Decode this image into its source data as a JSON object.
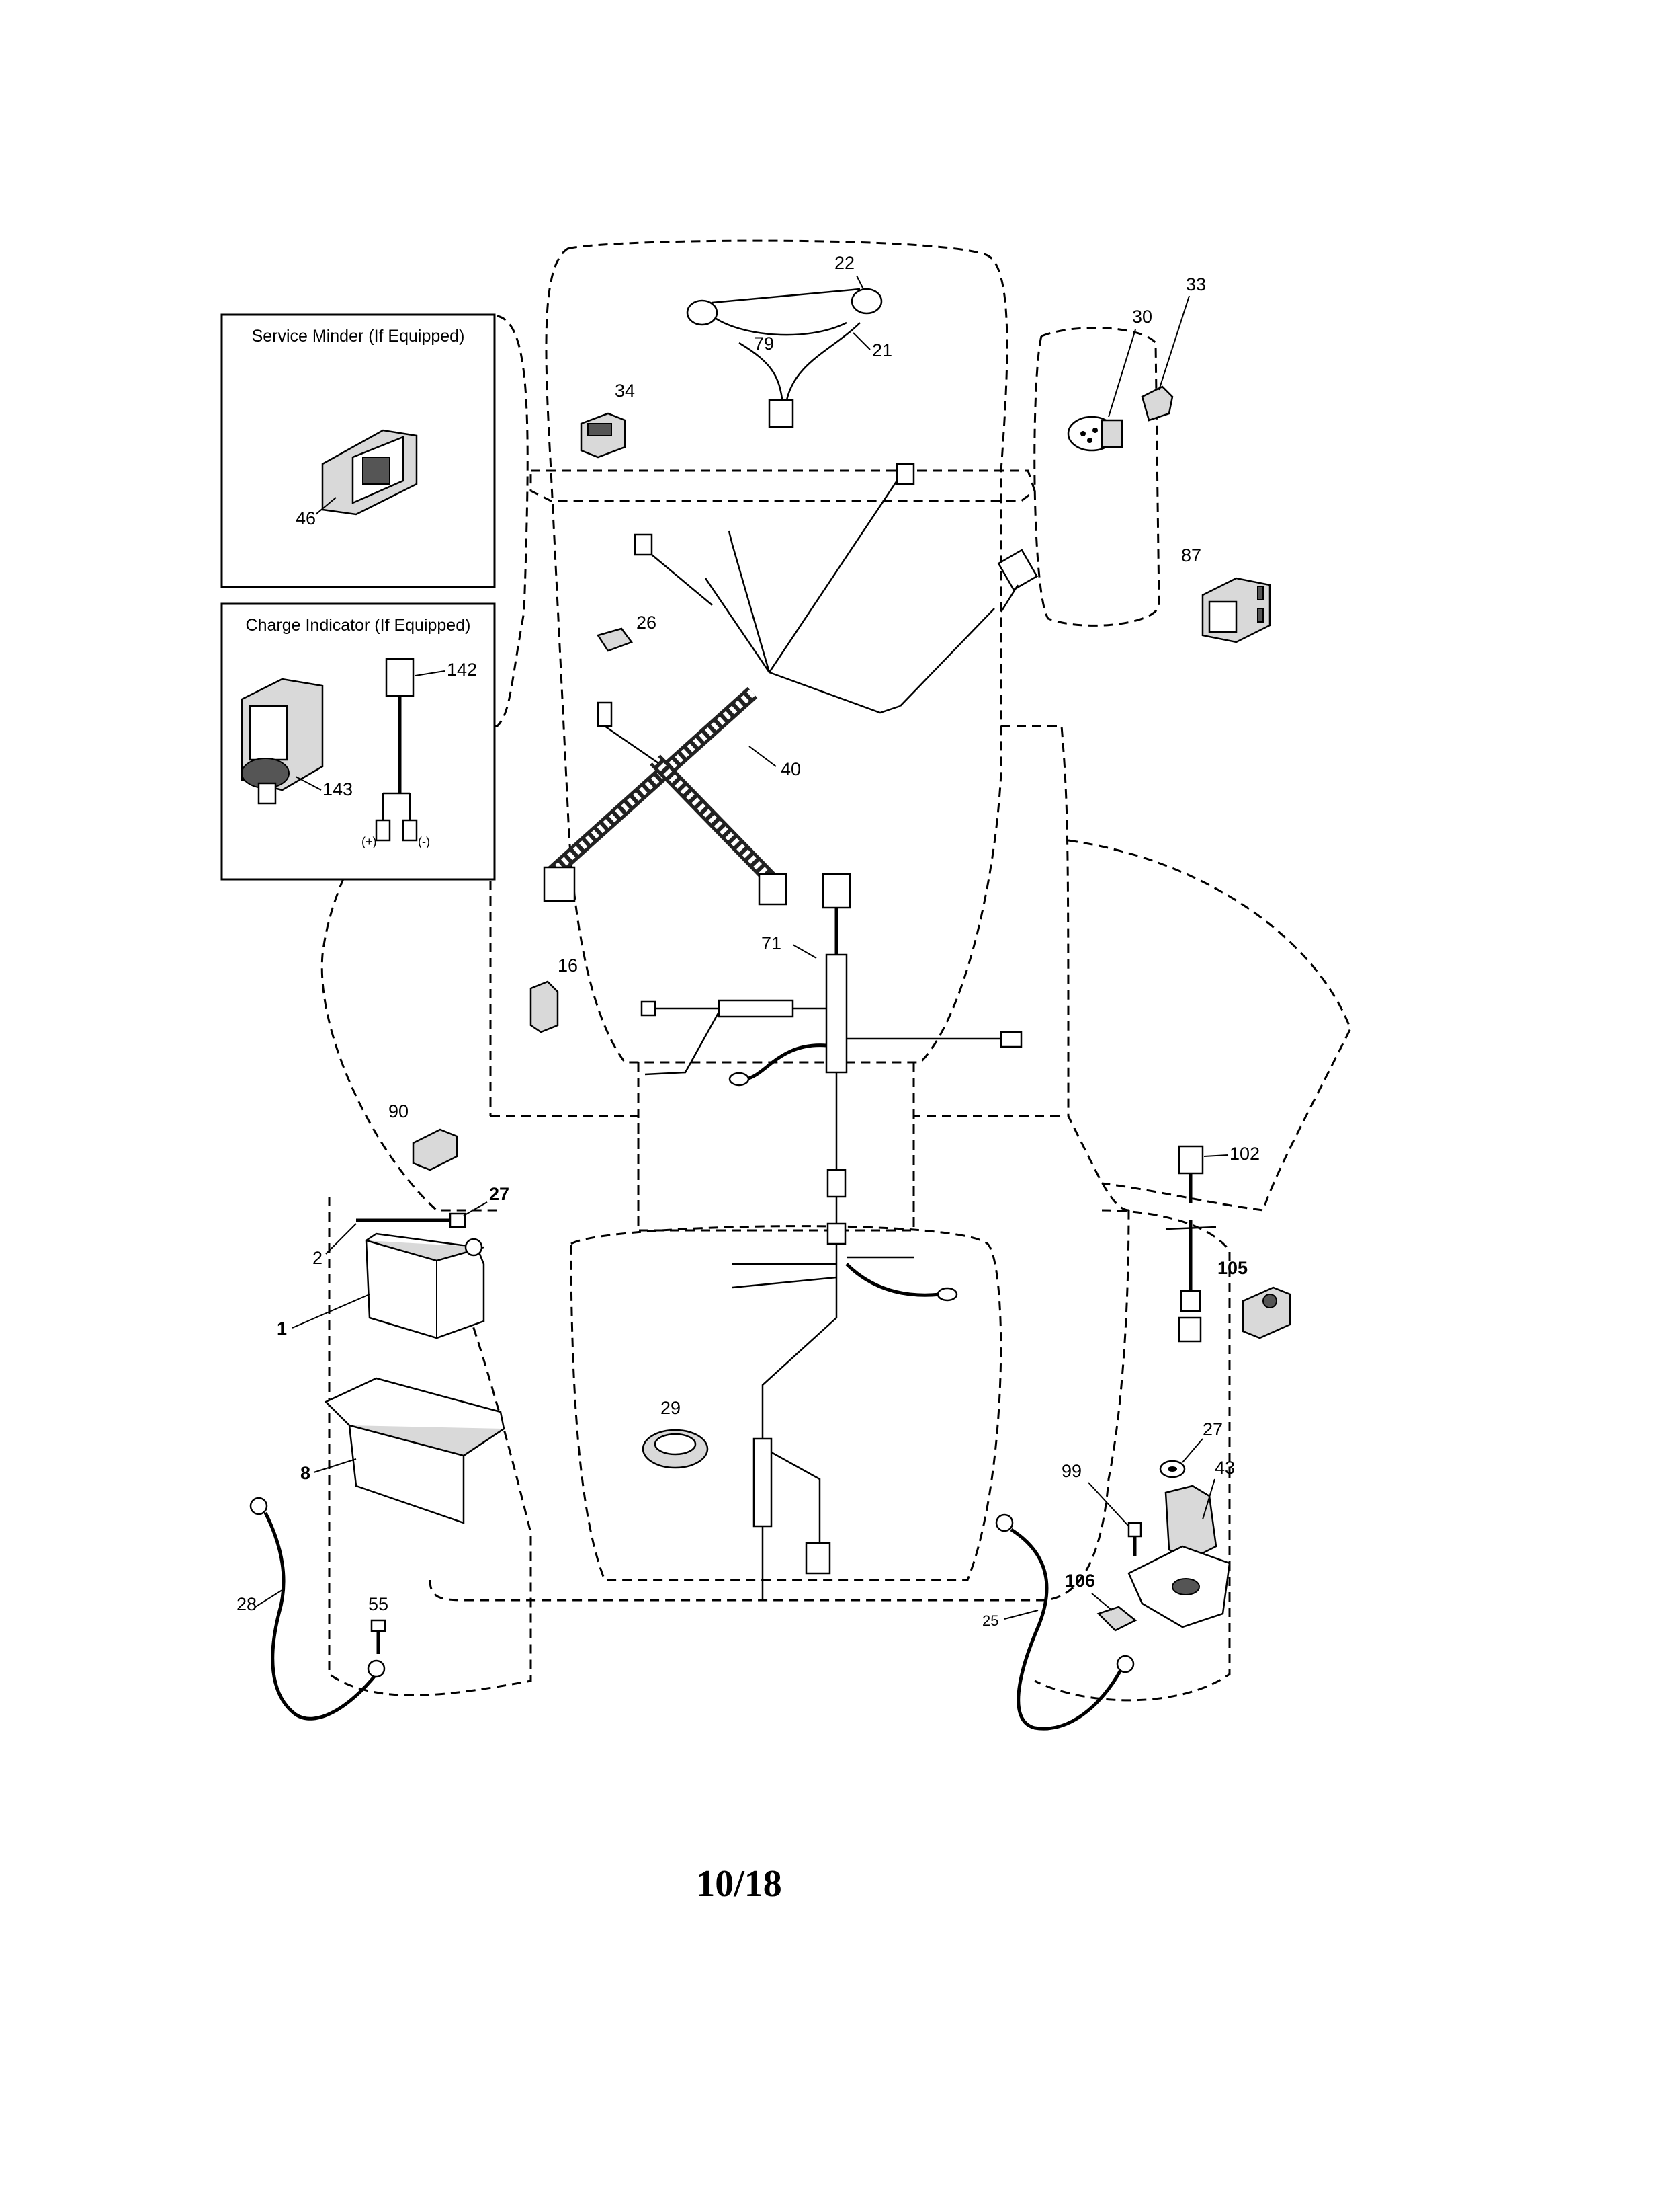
{
  "boxes": {
    "service_minder": "Service Minder (If Equipped)",
    "charge_indicator": "Charge Indicator (If Equipped)"
  },
  "callouts": {
    "c22": "22",
    "c79": "79",
    "c21": "21",
    "c34": "34",
    "c30": "30",
    "c33": "33",
    "c87": "87",
    "c46": "46",
    "c26": "26",
    "c142": "142",
    "c143": "143",
    "c40": "40",
    "c71": "71",
    "c16": "16",
    "c90": "90",
    "c27a": "27",
    "c2": "2",
    "c1": "1",
    "c8": "8",
    "c28": "28",
    "c55": "55",
    "c29": "29",
    "c102": "102",
    "c105": "105",
    "c27b": "27",
    "c43": "43",
    "c99": "99",
    "c106": "106",
    "c25": "25"
  },
  "terminals": {
    "plus": "(+)",
    "minus": "(-)"
  },
  "page_number": "10/18"
}
